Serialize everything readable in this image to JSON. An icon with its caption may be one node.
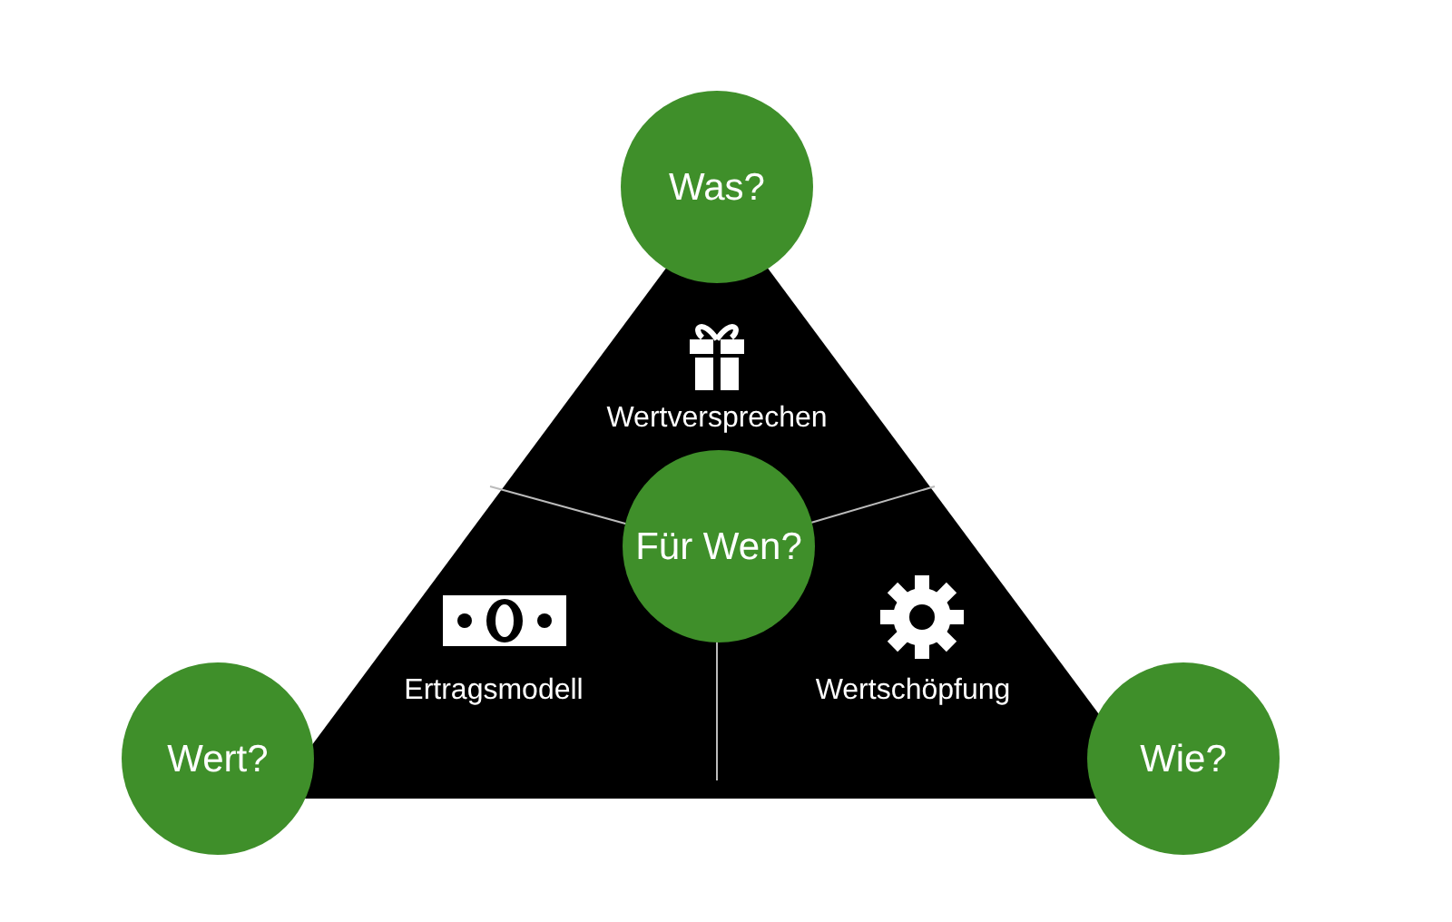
{
  "diagram": {
    "nodes": [
      {
        "text": [
          "Wertversprechen",
          "Ertragsmodell",
          "Wertschöpfung"
        ]
      },
      {
        "text": [
          "Für Wen?"
        ],
        "in": 0
      },
      {
        "text": [
          "Was?"
        ]
      },
      {
        "text": [
          "Wert?"
        ]
      },
      {
        "text": [
          "Wie?"
        ]
      }
    ]
  }
}
